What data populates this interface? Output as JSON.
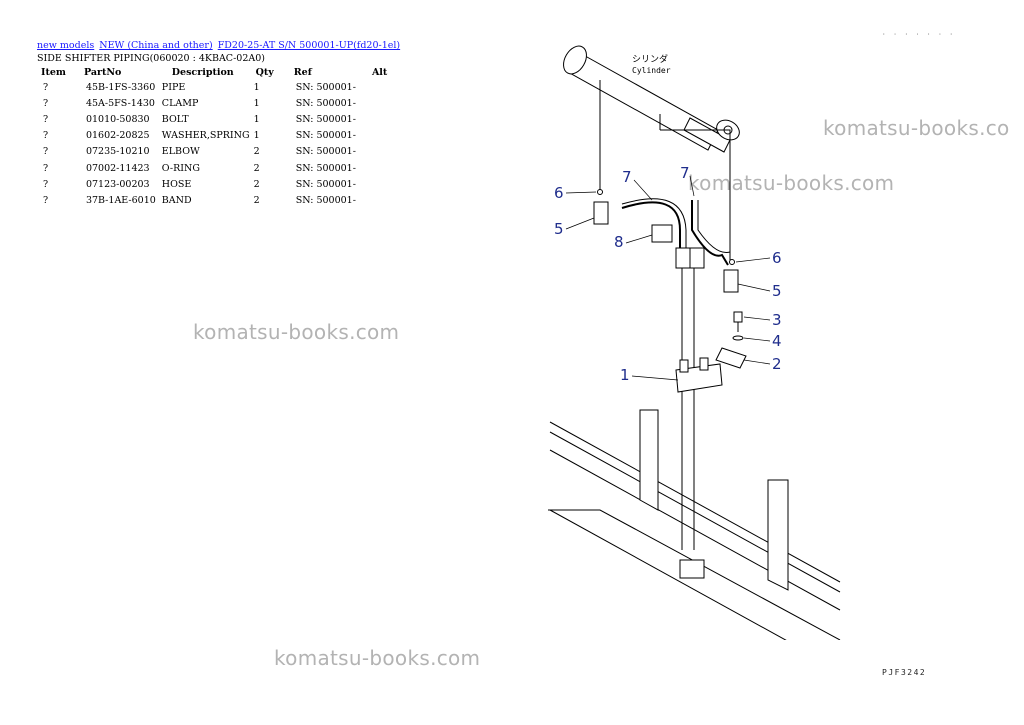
{
  "breadcrumb": {
    "links": [
      "new models",
      "NEW (China and other)",
      "FD20-25-AT S/N 500001-UP(fd20-1el)"
    ]
  },
  "page_title": "SIDE SHIFTER PIPING(060020 : 4KBAC-02A0)",
  "table": {
    "headers": [
      "Item",
      "PartNo",
      "Description",
      "Qty",
      "Ref",
      "Alt"
    ],
    "rows": [
      [
        "?",
        "45B-1FS-3360",
        "PIPE",
        "1",
        "SN: 500001-",
        ""
      ],
      [
        "?",
        "45A-5FS-1430",
        "CLAMP",
        "1",
        "SN: 500001-",
        ""
      ],
      [
        "?",
        "01010-50830",
        "BOLT",
        "1",
        "SN: 500001-",
        ""
      ],
      [
        "?",
        "01602-20825",
        "WASHER,SPRING",
        "1",
        "SN: 500001-",
        ""
      ],
      [
        "?",
        "07235-10210",
        "ELBOW",
        "2",
        "SN: 500001-",
        ""
      ],
      [
        "?",
        "07002-11423",
        "O-RING",
        "2",
        "SN: 500001-",
        ""
      ],
      [
        "?",
        "07123-00203",
        "HOSE",
        "2",
        "SN: 500001-",
        ""
      ],
      [
        "?",
        "37B-1AE-6010",
        "BAND",
        "2",
        "SN: 500001-",
        ""
      ]
    ]
  },
  "watermark": "komatsu-books.com",
  "watermark_right": "komatsu-books.co",
  "drawing": {
    "cylinder_label_jp": "シリンダ",
    "cylinder_label": "Cylinder",
    "callouts": [
      "1",
      "2",
      "3",
      "4",
      "5",
      "5",
      "6",
      "6",
      "7",
      "7",
      "8"
    ],
    "page_code": "PJF3242",
    "top_code": "· · · · · · ·"
  },
  "colors": {
    "link": "#1a1aff",
    "callout": "#1f2d8c",
    "watermark": "#b3b3b3"
  }
}
